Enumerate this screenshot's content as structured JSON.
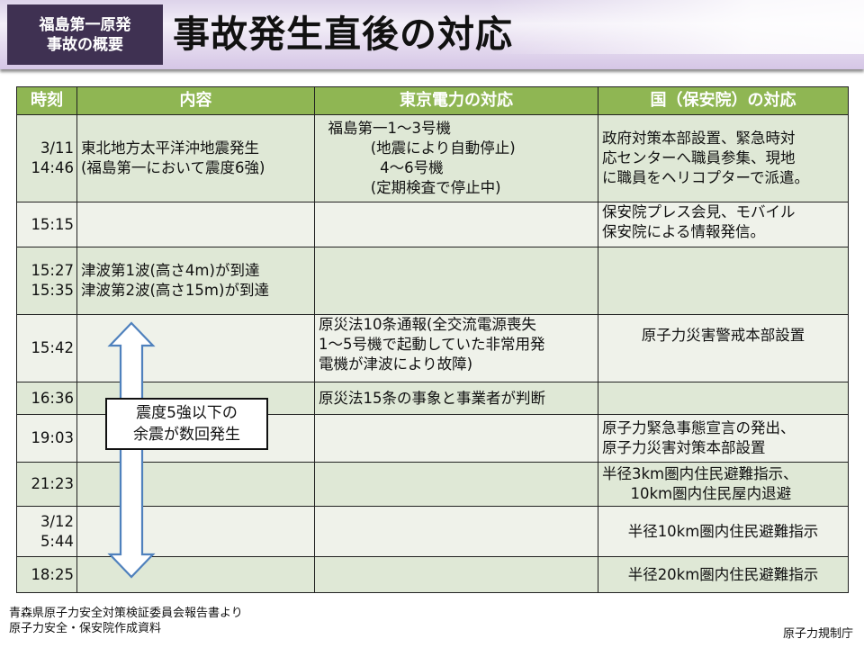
{
  "header": {
    "section_tag_line1": "福島第一原発",
    "section_tag_line2": "事故の概要",
    "title": "事故発生直後の対応",
    "band_color": "#d7c9e8",
    "tag_color": "#3f3152"
  },
  "table": {
    "header_color": "#8fb653",
    "row_color_a": "#dfe8d6",
    "row_color_b": "#eff2ea",
    "columns": [
      "時刻",
      "内容",
      "東京電力の対応",
      "国（保安院）の対応"
    ],
    "rows": [
      {
        "time": "3/11\n14:46",
        "content": "東北地方太平洋沖地震発生\n(福島第一において震度6強)",
        "tepco": "  福島第一1～3号機\n           (地震により自動停止)\n             4～6号機\n           (定期検査で停止中)",
        "govt": "政府対策本部設置、緊急時対\n応センターへ職員参集、現地\nに職員をヘリコプターで派遣。"
      },
      {
        "time": "15:15",
        "content": "",
        "tepco": "",
        "govt": "保安院プレス会見、モバイル\n保安院による情報発信。"
      },
      {
        "time": "15:27\n15:35",
        "content": "津波第1波(高さ4m)が到達\n津波第2波(高さ15m)が到達",
        "tepco": "",
        "govt": ""
      },
      {
        "time": "15:42",
        "content": "",
        "tepco": "原災法10条通報(全交流電源喪失\n1～5号機で起動していた非常用発\n電機が津波により故障)",
        "govt": "原子力災害警戒本部設置"
      },
      {
        "time": "16:36",
        "content": "",
        "tepco": "原災法15条の事象と事業者が判断",
        "govt": ""
      },
      {
        "time": "19:03",
        "content": "",
        "tepco": "",
        "govt": "原子力緊急事態宣言の発出、\n原子力災害対策本部設置"
      },
      {
        "time": "21:23",
        "content": "",
        "tepco": "",
        "govt": "半径3km圏内住民避難指示、\n      10km圏内住民屋内退避"
      },
      {
        "time": "3/12\n5:44",
        "content": "",
        "tepco": "",
        "govt": "半径10km圏内住民避難指示"
      },
      {
        "time": "18:25",
        "content": "",
        "tepco": "",
        "govt": "半径20km圏内住民避難指示"
      }
    ]
  },
  "aftershock_callout": {
    "line1": "震度5強以下の",
    "line2": "余震が数回発生",
    "arrow_color": "#4f81bd",
    "icon": "double-headed-vertical-arrow"
  },
  "footer": {
    "source_line1": "青森県原子力安全対策検証委員会報告書より",
    "source_line2": "原子力安全・保安院作成資料",
    "organization": "原子力規制庁"
  }
}
